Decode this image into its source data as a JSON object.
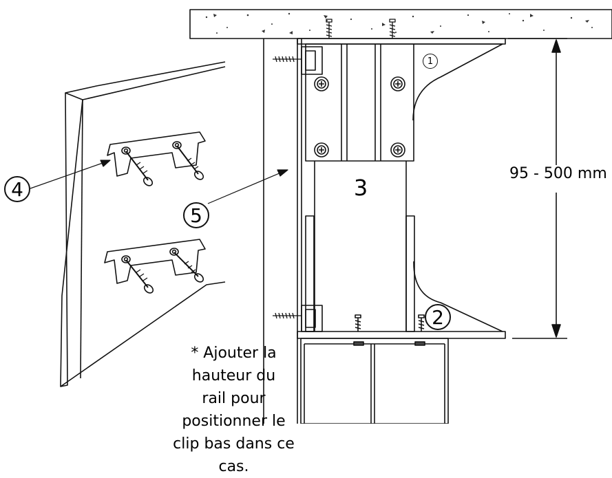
{
  "callouts": {
    "c1": "1",
    "c2": "2",
    "c3": "3",
    "c4": "4",
    "c5": "5"
  },
  "dimension": {
    "label": "95 - 500 mm"
  },
  "note": {
    "lines": [
      "* Ajouter la hauteur du",
      "rail pour positionner le",
      "clip bas dans ce cas."
    ]
  }
}
